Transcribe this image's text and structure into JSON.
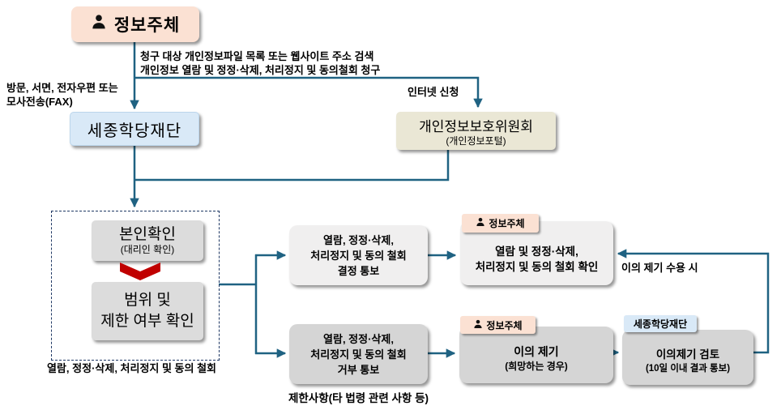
{
  "colors": {
    "line": "#1F6282",
    "peach": "#FBE1D3",
    "light_blue": "#D9E9F7",
    "beige": "#EAE7D5",
    "chevron_red": "#C00000",
    "dashed_border": "#1F3864"
  },
  "diagram": {
    "subject_box": {
      "label": "정보주체",
      "icon": "person-icon"
    },
    "request_note": {
      "line1": "청구 대상 개인정보파일 목록 또는 웹사이트 주소 검색",
      "line2": "개인정보 열람 및 정정·삭제, 처리정지 및 동의철회 청구"
    },
    "visit_note": {
      "line1": "방문, 서면, 전자우편 또는",
      "line2": "모사전송(FAX)"
    },
    "internet_note": "인터넷 신청",
    "sejong_box": {
      "label": "세종학당재단"
    },
    "pipc_box": {
      "line1": "개인정보보호위원회",
      "line2": "(개인정보포털)"
    },
    "identity_box": {
      "line1": "본인확인",
      "line2": "(대리인 확인)"
    },
    "scope_box": {
      "line1": "범위 및",
      "line2": "제한 여부 확인"
    },
    "dashed_caption": "열람, 정정·삭제, 처리정지 및 동의 철회",
    "decision_box": {
      "line1": "열람, 정정·삭제,",
      "line2": "처리정지 및 동의 철회",
      "line3": "결정 통보"
    },
    "refusal_box": {
      "line1": "열람, 정정·삭제,",
      "line2": "처리정지 및 동의 철회",
      "line3": "거부 통보"
    },
    "restrict_caption": "제한사항(타 법령 관련 사항 등)",
    "confirm_box": {
      "tag": "정보주체",
      "line1": "열람 및 정정·삭제,",
      "line2": "처리정지 및 동의 철회 확인"
    },
    "appeal_box": {
      "tag": "정보주체",
      "line1": "이의 제기",
      "line2": "(희망하는 경우)"
    },
    "review_box": {
      "tag": "세종학당재단",
      "line1": "이의제기 검토",
      "line2": "(10일 이내 결과 통보)"
    },
    "appeal_accept_note": "이의 제기 수용 시"
  }
}
